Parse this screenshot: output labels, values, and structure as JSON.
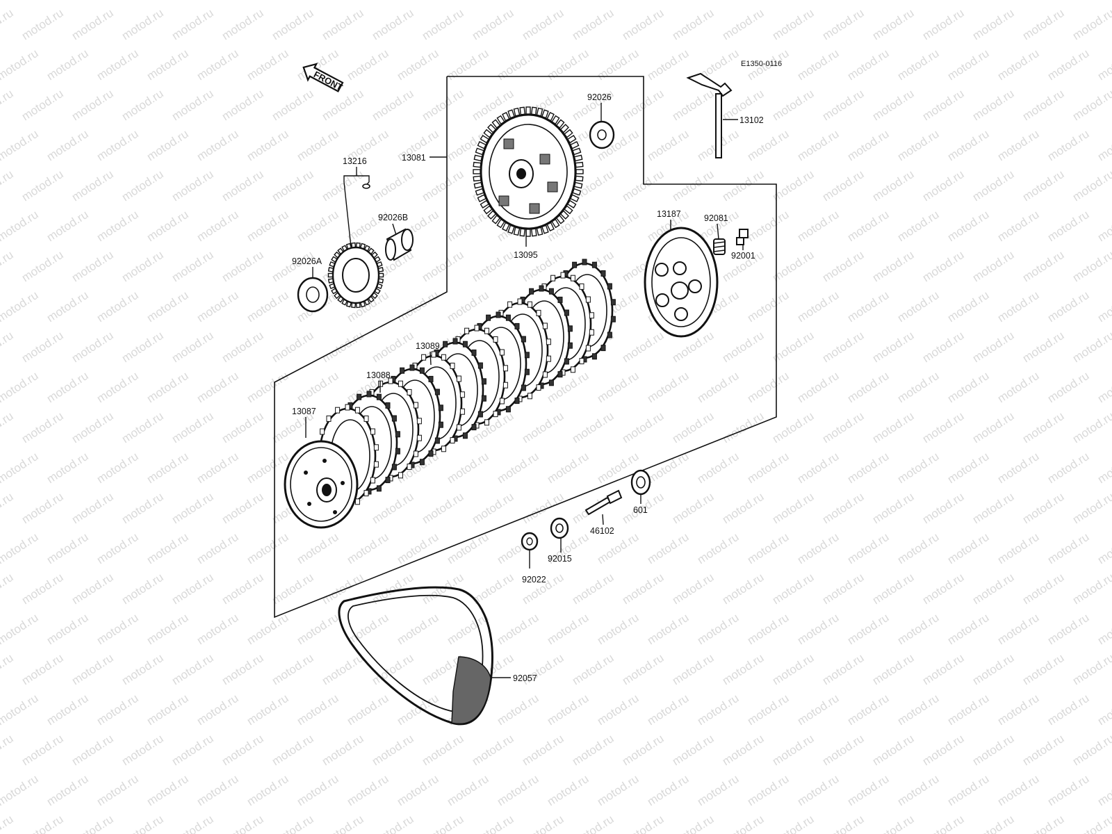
{
  "diagram": {
    "diagram_code": "E1350-0116",
    "front_label": "FRONT",
    "watermark_text": "motod.ru",
    "line_color": "#111111",
    "watermark_color": "#d9d9d9",
    "parts": [
      {
        "id": "p13081",
        "number": "13081"
      },
      {
        "id": "p92026",
        "number": "92026"
      },
      {
        "id": "p13102",
        "number": "13102"
      },
      {
        "id": "p13216",
        "number": "13216"
      },
      {
        "id": "p92026B",
        "number": "92026B"
      },
      {
        "id": "p92026A",
        "number": "92026A"
      },
      {
        "id": "p13095",
        "number": "13095"
      },
      {
        "id": "p13187",
        "number": "13187"
      },
      {
        "id": "p92081",
        "number": "92081"
      },
      {
        "id": "p92001",
        "number": "92001"
      },
      {
        "id": "p13089",
        "number": "13089"
      },
      {
        "id": "p13088",
        "number": "13088"
      },
      {
        "id": "p13087",
        "number": "13087"
      },
      {
        "id": "p601",
        "number": "601"
      },
      {
        "id": "p46102",
        "number": "46102"
      },
      {
        "id": "p92015",
        "number": "92015"
      },
      {
        "id": "p92022",
        "number": "92022"
      },
      {
        "id": "p92057",
        "number": "92057"
      }
    ]
  }
}
